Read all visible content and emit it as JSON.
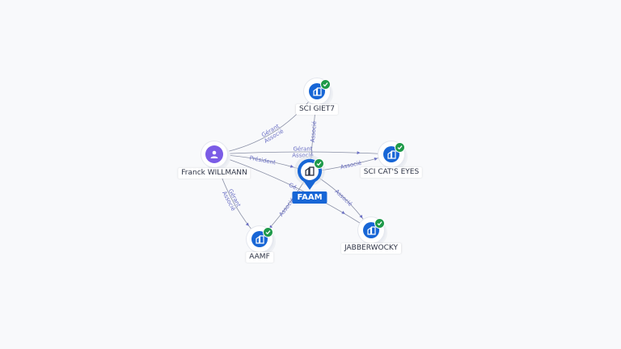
{
  "nodes": {
    "franck": {
      "label": "Franck WILLMANN",
      "kind": "person"
    },
    "sci_giet7": {
      "label": "SCI GIET7",
      "kind": "company",
      "verified": true
    },
    "faam": {
      "label": "FAAM",
      "kind": "company-main",
      "verified": true
    },
    "sci_cats_eyes": {
      "label": "SCI CAT'S EYES",
      "kind": "company",
      "verified": true
    },
    "jabberwocky": {
      "label": "JABBERWOCKY",
      "kind": "company",
      "verified": true
    },
    "aamf": {
      "label": "AAMF",
      "kind": "company",
      "verified": true
    }
  },
  "edges": [
    {
      "from": "franck",
      "to": "sci_giet7",
      "labels": [
        "Gérant",
        "Associé"
      ]
    },
    {
      "from": "franck",
      "to": "faam",
      "labels": [
        "Président"
      ]
    },
    {
      "from": "franck",
      "to": "sci_cats_eyes",
      "labels": [
        "Gérant",
        "Associé"
      ]
    },
    {
      "from": "franck",
      "to": "aamf",
      "labels": [
        "Gérant",
        "Associé"
      ]
    },
    {
      "from": "franck",
      "to": "jabberwocky",
      "labels": [
        "Gé..."
      ]
    },
    {
      "from": "faam",
      "to": "sci_giet7",
      "labels": [
        "Associé"
      ]
    },
    {
      "from": "faam",
      "to": "sci_cats_eyes",
      "labels": [
        "Associé"
      ]
    },
    {
      "from": "faam",
      "to": "jabberwocky",
      "labels": [
        "Associé"
      ]
    },
    {
      "from": "faam",
      "to": "aamf",
      "labels": [
        "Associé"
      ]
    }
  ],
  "colors": {
    "company": "#1766d6",
    "person": "#7b5ce6",
    "verified": "#1f9a4a",
    "edge": "#8a90a6",
    "edge_label": "#6a6fc4"
  },
  "icons": {
    "company": "building-icon",
    "person": "person-icon",
    "verified": "check-icon"
  }
}
